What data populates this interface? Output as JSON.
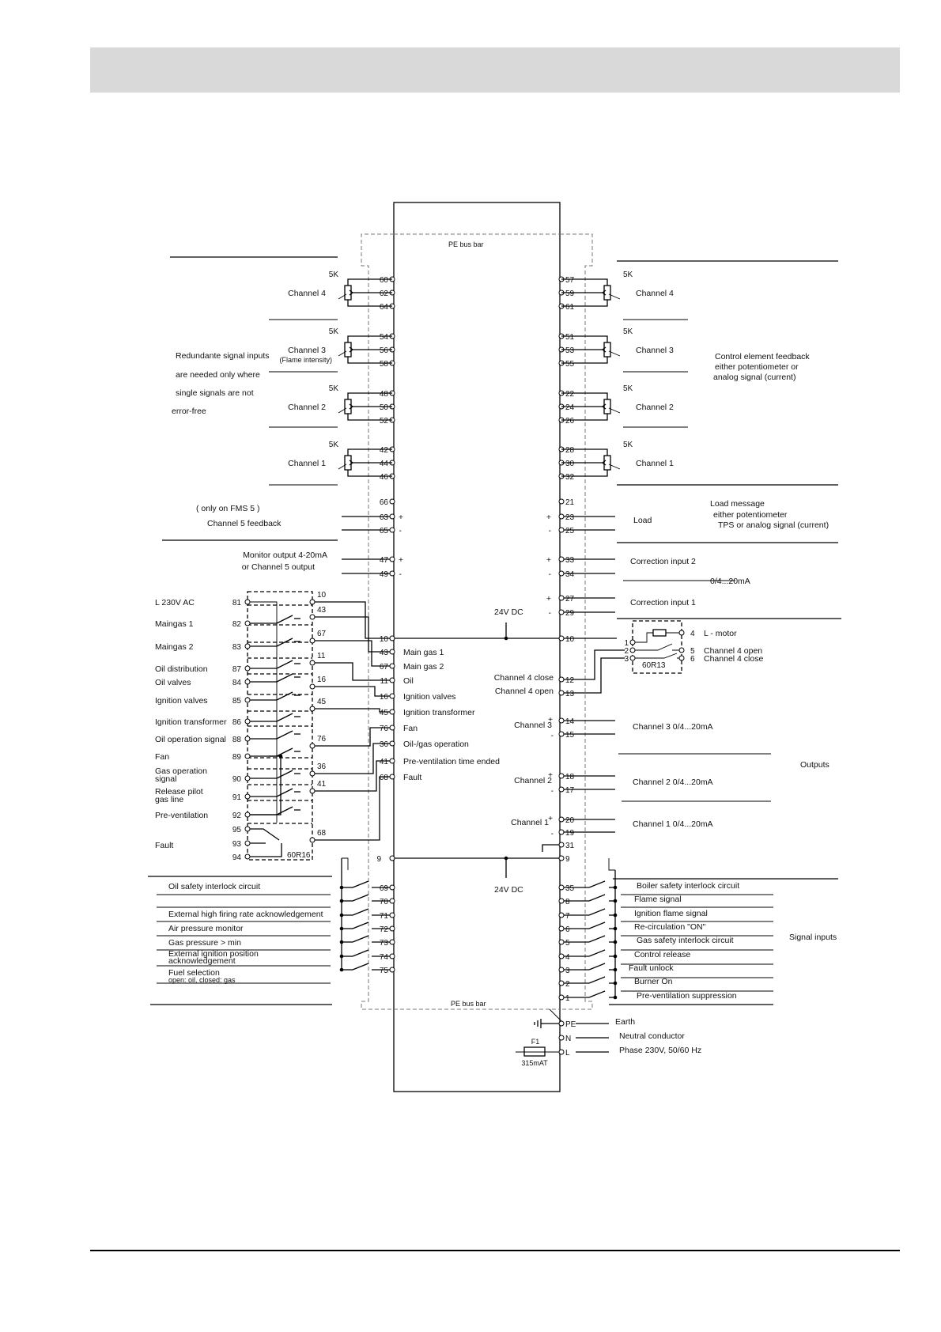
{
  "header": {
    "title": ""
  },
  "diagram": {
    "pe_bus_bar": "PE  bus bar",
    "dc_24v": "24V DC",
    "res_5k": "5K",
    "plus": "+",
    "minus": "-",
    "relay_60r16": "60R16",
    "relay_60r13": "60R13",
    "fuse_label": "F1",
    "fuse_value": "315mAT",
    "channel_5_only_fms5": "( only on FMS 5 )",
    "channel_5_feedback": "Channel 5 feedback",
    "monitor_output_line1": "Monitor output 4-20mA",
    "monitor_output_line2": "or Channel 5 output",
    "redundant_note": [
      "Redundante signal inputs",
      "are needed only where",
      "single signals are not",
      "error-free"
    ],
    "control_feedback_note": [
      "Control element feedback",
      "either potentiometer or",
      "analog signal (current)"
    ],
    "load_message_note": [
      "Load message",
      "either potentiometer",
      "TPS or analog signal (current)"
    ],
    "load": "Load",
    "correction_input_2": "Correction input 2",
    "correction_input_1": "Correction input 1",
    "range_020ma": "0/4...20mA",
    "l_motor": "L - motor",
    "ch4_open": "Channel 4 open",
    "ch4_close": "Channel 4 close",
    "outputs": "Outputs",
    "signal_inputs": "Signal inputs",
    "left_channels": [
      {
        "label": "Channel 4",
        "terms": [
          "60",
          "62",
          "64"
        ]
      },
      {
        "label": "Channel 3",
        "sub": "(Flame intensity)",
        "terms": [
          "54",
          "56",
          "58"
        ]
      },
      {
        "label": "Channel  2",
        "terms": [
          "48",
          "50",
          "52"
        ]
      },
      {
        "label": "Channel 1",
        "terms": [
          "42",
          "44",
          "46"
        ]
      }
    ],
    "right_channels": [
      {
        "label": "Channel 4",
        "terms": [
          "57",
          "59",
          "61"
        ]
      },
      {
        "label": "Channel 3",
        "terms": [
          "51",
          "53",
          "55"
        ]
      },
      {
        "label": "Channel 2",
        "terms": [
          "22",
          "24",
          "26"
        ]
      },
      {
        "label": "Channel 1",
        "terms": [
          "28",
          "30",
          "32"
        ]
      }
    ],
    "left_extra_terms": [
      "66",
      "63",
      "65",
      "47",
      "49"
    ],
    "right_extra_terms": [
      "21",
      "23",
      "25",
      "33",
      "34",
      "27",
      "29"
    ],
    "relay_outputs": [
      {
        "label": "L 230V AC",
        "term": "81"
      },
      {
        "label": "Maingas 1",
        "term": "82"
      },
      {
        "label": "Maingas 2",
        "term": "83"
      },
      {
        "label": "Oil distribution",
        "term": "87"
      },
      {
        "label": "Oil valves",
        "term": "84"
      },
      {
        "label": "Ignition valves",
        "term": "85"
      },
      {
        "label": "Ignition transformer",
        "term": "86"
      },
      {
        "label": "Oil operation signal",
        "term": "88"
      },
      {
        "label": "Fan",
        "term": "89"
      },
      {
        "label": "Gas operation signal",
        "term": "90"
      },
      {
        "label": "Release pilot gas line",
        "term": "91"
      },
      {
        "label": "Pre-ventilation",
        "term": "92"
      },
      {
        "label": "Fault",
        "terms": [
          "95",
          "93",
          "94"
        ]
      }
    ],
    "inner_wire_nums": [
      "10",
      "43",
      "67",
      "11",
      "16",
      "45",
      "76",
      "36",
      "41",
      "68"
    ],
    "center_outputs": [
      {
        "term": "10",
        "label": ""
      },
      {
        "term": "43",
        "label": "Main gas 1"
      },
      {
        "term": "67",
        "label": "Main gas 2"
      },
      {
        "term": "11",
        "label": "Oil"
      },
      {
        "term": "16",
        "label": "Ignition valves"
      },
      {
        "term": "45",
        "label": "Ignition transformer"
      },
      {
        "term": "76",
        "label": "Fan"
      },
      {
        "term": "36",
        "label": "Oil-/gas operation"
      },
      {
        "term": "41",
        "label": "Pre-ventilation time ended"
      },
      {
        "term": "68",
        "label": "Fault"
      }
    ],
    "right_mid": [
      {
        "term": "10",
        "label": ""
      },
      {
        "term": "12",
        "label": "Channel 4 close"
      },
      {
        "term": "13",
        "label": "Channel 4 open"
      }
    ],
    "analog_outputs": [
      {
        "name": "Channel 3",
        "terms": [
          "14",
          "15"
        ],
        "label": "Channel 3   0/4...20mA"
      },
      {
        "name": "Channel 2",
        "terms": [
          "18",
          "17"
        ],
        "label": "Channel 2   0/4...20mA"
      },
      {
        "name": "Channel 1",
        "terms": [
          "20",
          "19"
        ],
        "label": "Channel 1   0/4...20mA"
      }
    ],
    "term_31": "31",
    "term_9": "9",
    "left_inputs": [
      {
        "term": "69",
        "label": "Oil safety interlock circuit"
      },
      {
        "term": "70",
        "label": ""
      },
      {
        "term": "71",
        "label": "External high firing rate acknowledgement"
      },
      {
        "term": "72",
        "label": "Air pressure monitor"
      },
      {
        "term": "73",
        "label": "Gas pressure > min"
      },
      {
        "term": "74",
        "label": "External ignition position acknowledgement"
      },
      {
        "term": "75",
        "label": "Fuel selection",
        "sub": "open: oil, closed: gas"
      }
    ],
    "right_inputs": [
      {
        "term": "35",
        "label": "Boiler safety interlock circuit"
      },
      {
        "term": "8",
        "label": "Flame signal"
      },
      {
        "term": "7",
        "label": "Ignition flame signal"
      },
      {
        "term": "6",
        "label": "Re-circulation \"ON\""
      },
      {
        "term": "5",
        "label": "Gas safety interlock circuit"
      },
      {
        "term": "4",
        "label": "Control release"
      },
      {
        "term": "3",
        "label": "Fault unlock"
      },
      {
        "term": "2",
        "label": "Burner On"
      },
      {
        "term": "1",
        "label": "Pre-ventilation  suppression"
      }
    ],
    "power": [
      {
        "term": "PE",
        "label": "Earth"
      },
      {
        "term": "N",
        "label": "Neutral conductor"
      },
      {
        "term": "L",
        "label": "Phase 230V, 50/60 Hz"
      }
    ]
  }
}
